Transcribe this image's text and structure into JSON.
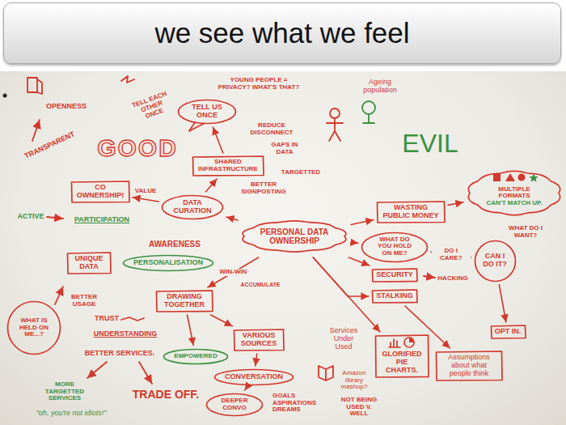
{
  "diagram": {
    "title": "we see what we feel",
    "nodes": [
      {
        "text": [
          "CO OWNERSHIP!"
        ]
      },
      {
        "text": [
          "TELL US ONCE"
        ]
      },
      {
        "text": [
          "SHARED INFRASTRUCTURE"
        ]
      },
      {
        "text": [
          "DATA CURATION"
        ]
      },
      {
        "text": [
          "PERSONAL DATA OWNERSHIP"
        ]
      },
      {
        "text": [
          "UNIQUE DATA"
        ]
      },
      {
        "text": [
          "PERSONALISATION"
        ]
      },
      {
        "text": [
          "WHAT IS HELD ON ME...?"
        ]
      },
      {
        "text": [
          "DRAWING TOGETHER"
        ]
      },
      {
        "text": [
          "VARIOUS SOURCES"
        ]
      },
      {
        "text": [
          "EMPOWERED"
        ]
      },
      {
        "text": [
          "CONVERSATION"
        ]
      },
      {
        "text": [
          "DEEPER CONVO"
        ]
      },
      {
        "text": [
          "WASTING PUBLIC MONEY"
        ]
      },
      {
        "text": [
          "WHAT DO YOU HOLD ON ME?"
        ]
      },
      {
        "text": [
          "SECURITY"
        ]
      },
      {
        "text": [
          "STALKING"
        ]
      },
      {
        "text": [
          "GLORIFIED PIE CHARTS."
        ]
      },
      {
        "text": [
          "Assumptions about what people think"
        ]
      },
      {
        "text": [
          "MULTIPLE FORMATS",
          "CAN'T MATCH UP."
        ]
      },
      {
        "text": [
          "CAN I DO IT?"
        ]
      },
      {
        "text": [
          "OPT IN."
        ]
      }
    ],
    "edges": [
      {
        "from": 4,
        "to": 3,
        "arrow": "to"
      },
      {
        "from": 3,
        "to": 2,
        "arrow": "to"
      },
      {
        "from": 2,
        "to": 1,
        "arrow": "to"
      },
      {
        "from": 3,
        "to": 0,
        "label": "VALUE",
        "arrow": "to"
      },
      {
        "from": 4,
        "to": 8,
        "label": "WIN-WIN",
        "arrow": "to"
      },
      {
        "from": 8,
        "to": 9,
        "arrow": "to"
      },
      {
        "from": 8,
        "to": 10,
        "arrow": "to"
      },
      {
        "from": 9,
        "to": 11,
        "arrow": "to"
      },
      {
        "from": 11,
        "to": 12,
        "arrow": "to"
      },
      {
        "from": 4,
        "to": 13,
        "arrow": "to"
      },
      {
        "from": 4,
        "to": 14,
        "arrow": "to"
      },
      {
        "from": 4,
        "to": 15,
        "arrow": "to"
      },
      {
        "from": 4,
        "to": 16,
        "arrow": "to"
      },
      {
        "from": 4,
        "to": 17,
        "arrow": "to"
      },
      {
        "from": 13,
        "to": 19,
        "arrow": "to"
      },
      {
        "from": 14,
        "to": 20,
        "label": "DO I CARE?",
        "arrow": "to"
      },
      {
        "from": 20,
        "to": 21,
        "arrow": "to"
      },
      {
        "from": 16,
        "to": 18,
        "arrow": "to"
      }
    ],
    "labels": [
      "GOOD",
      "OPENNESS",
      "TELL EACH OTHER ONCE",
      "YOUNG PEOPLE = PRIVACY? WHAT'S THAT?",
      "REDUCE DISCONNECT",
      "GAPS IN DATA",
      "EVIL",
      "Ageing population",
      "TRANSPARENT",
      "TARGETTED",
      "BETTER SIGNPOSTING",
      "ACTIVE",
      "PARTICIPATION",
      "AWARENESS",
      "ACCUMULATE",
      "WHAT DO I WANT?",
      "HACKING",
      "BETTER USAGE",
      "TRUST",
      "UNDERSTANDING",
      "BETTER SERVICES.",
      "Services Under Used",
      "MORE TARGETTED SERVICES",
      "TRADE OFF.",
      "GOALS ASPIRATIONS DREAMS",
      "Amazon library mashup?",
      "\"oh, you're not idiots!\"",
      "NOT BEING USED V. WELL"
    ]
  }
}
